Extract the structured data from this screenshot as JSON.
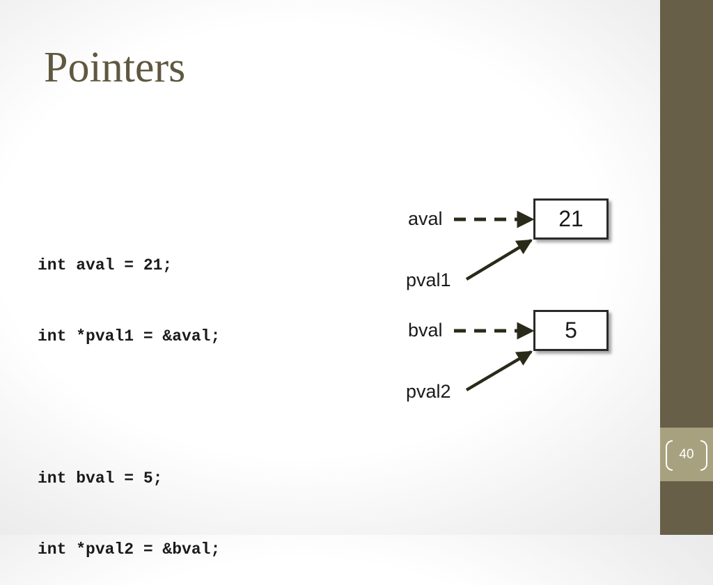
{
  "title": "Pointers",
  "code_lines": [
    "int aval = 21;",
    "int *pval1 = &aval;",
    "",
    "int bval = 5;",
    "int *pval2 = &bval;"
  ],
  "diagram": {
    "variables": [
      {
        "name": "aval",
        "value": "21",
        "pointer": "pval1"
      },
      {
        "name": "bval",
        "value": "5",
        "pointer": "pval2"
      }
    ]
  },
  "page_number": "40",
  "colors": {
    "sidebar": "#675f48",
    "page_box": "#a8a17f",
    "title": "#5f5840",
    "arrow": "#2a2a1a"
  }
}
